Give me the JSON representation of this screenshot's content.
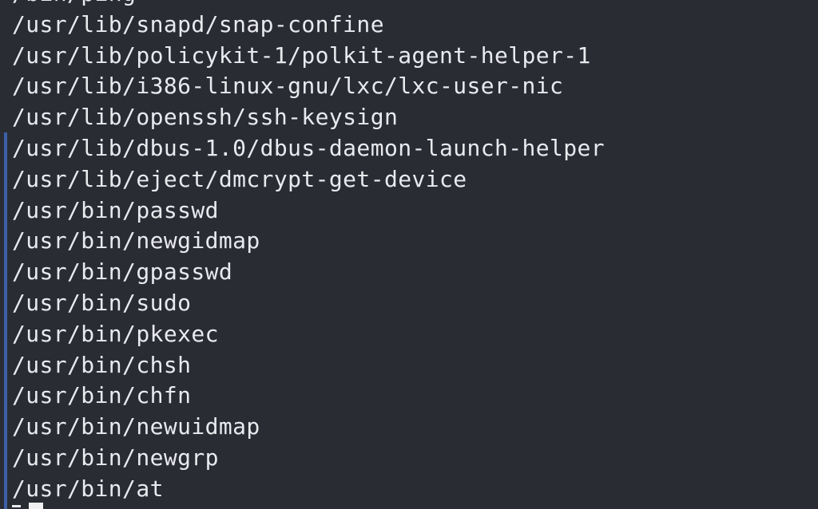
{
  "terminal": {
    "lines": [
      "/bin/ping",
      "/usr/lib/snapd/snap-confine",
      "/usr/lib/policykit-1/polkit-agent-helper-1",
      "/usr/lib/i386-linux-gnu/lxc/lxc-user-nic",
      "/usr/lib/openssh/ssh-keysign",
      "/usr/lib/dbus-1.0/dbus-daemon-launch-helper",
      "/usr/lib/eject/dmcrypt-get-device",
      "/usr/bin/passwd",
      "/usr/bin/newgidmap",
      "/usr/bin/gpasswd",
      "/usr/bin/sudo",
      "/usr/bin/pkexec",
      "/usr/bin/chsh",
      "/usr/bin/chfn",
      "/usr/bin/newuidmap",
      "/usr/bin/newgrp",
      "/usr/bin/at"
    ]
  },
  "colors": {
    "background": "#2a2c34",
    "text": "#e9eaee",
    "selection_bar": "#3d5fa8"
  }
}
